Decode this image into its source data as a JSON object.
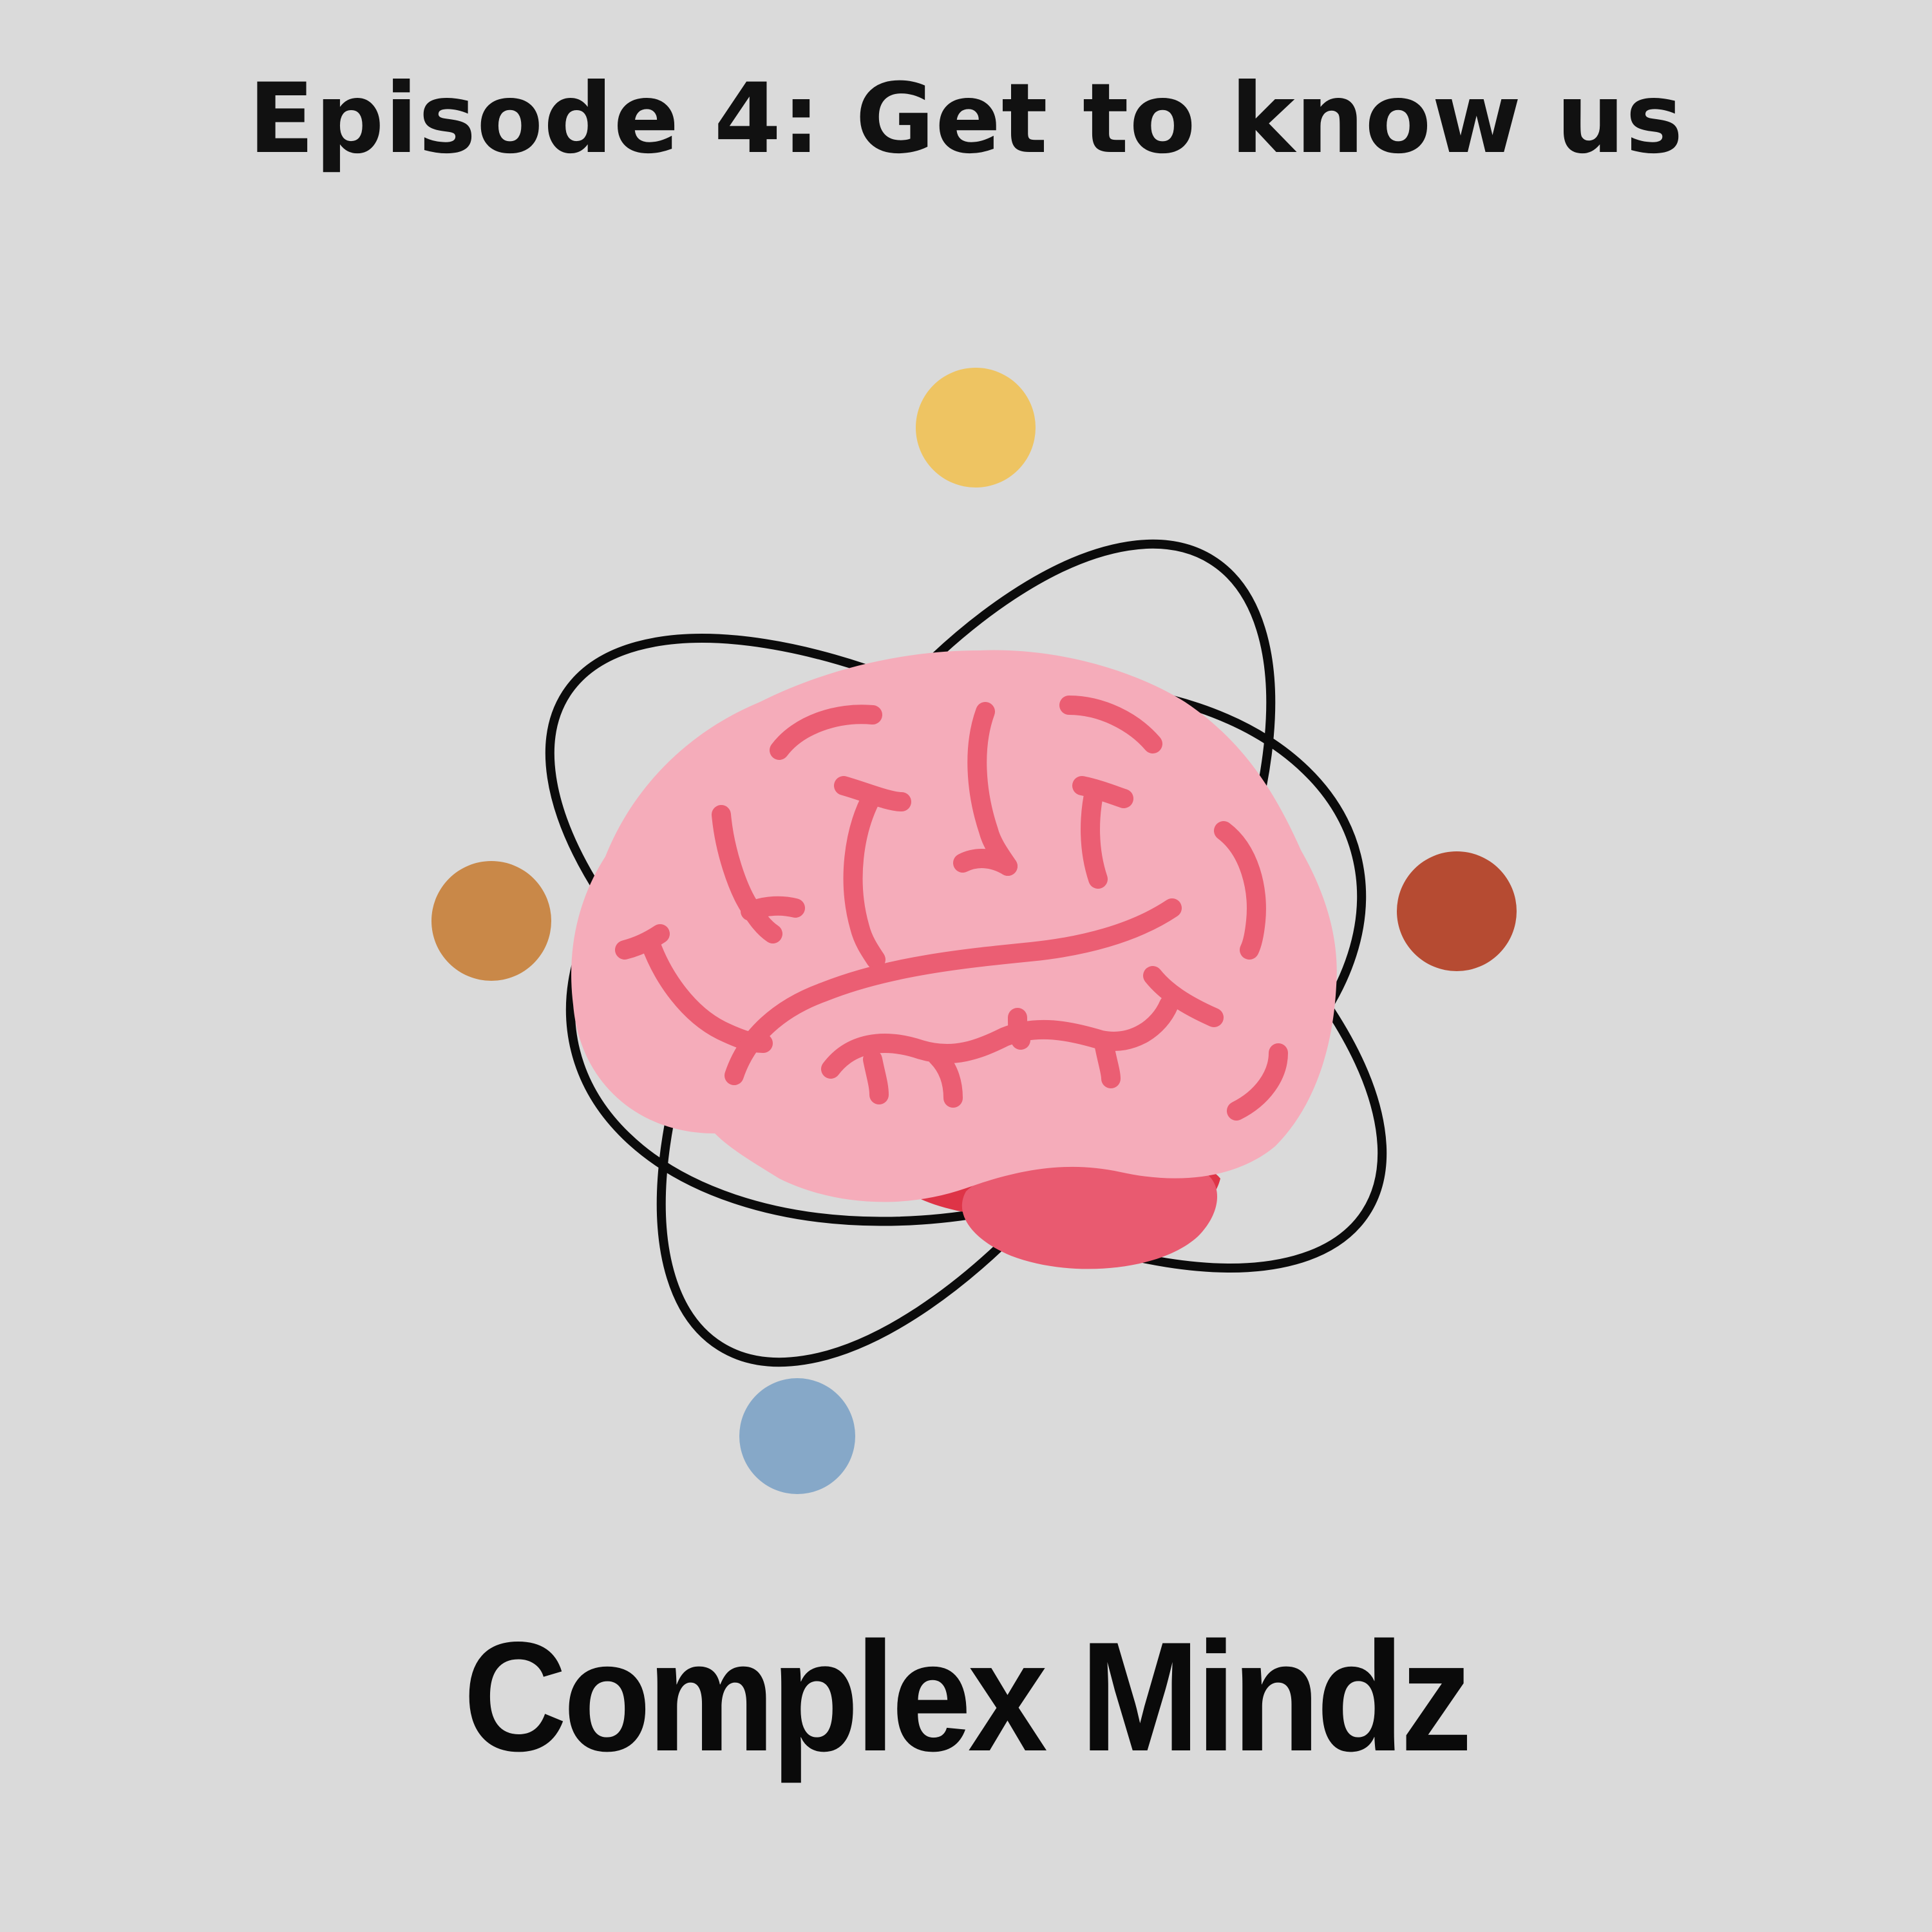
{
  "cover": {
    "episode_title": "Episode 4: Get to know us",
    "show_title": "Complex Mindz",
    "logo": {
      "icon": "atom-brain-icon",
      "electrons": [
        {
          "name": "yellow",
          "color": "#EEC462"
        },
        {
          "name": "orange",
          "color": "#C98848"
        },
        {
          "name": "red",
          "color": "#B64B32"
        },
        {
          "name": "blue",
          "color": "#86A8C8"
        }
      ]
    }
  },
  "colors": {
    "background": "#DADADA",
    "text": "#111111",
    "orbit": "#0B0B0B",
    "brain_fill": "#F5ACBA",
    "brain_folds": "#EB5E73",
    "cerebellum": "#E95A70",
    "brain_stem_shadow": "#DE3447"
  }
}
